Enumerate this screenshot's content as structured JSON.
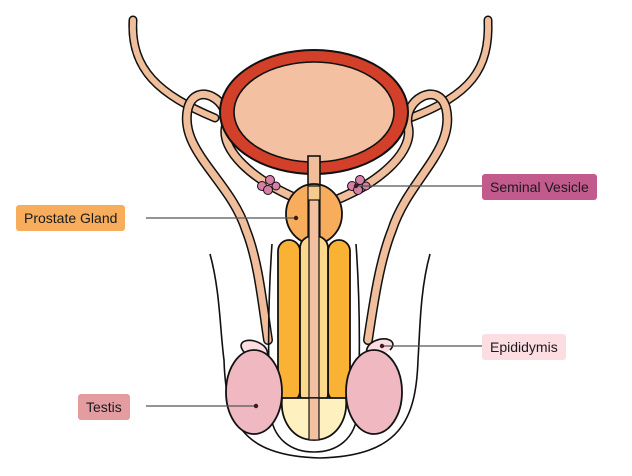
{
  "labels": {
    "seminal_vesicle": "Seminal Vesicle",
    "prostate_gland": "Prostate Gland",
    "epididymis": "Epididymis",
    "testis": "Testis"
  },
  "colors": {
    "seminal_vesicle_tag": "#c25a8e",
    "prostate_tag": "#f7ad5c",
    "epididymis_tag": "#fbdde2",
    "testis_tag": "#e39c9f",
    "bladder_wall": "#d2402a",
    "bladder_fill": "#f3c1a2",
    "duct": "#f1be9c",
    "testis_fill": "#f0b8c0",
    "erectile": "#f9b233",
    "glans": "#fff1bf"
  }
}
